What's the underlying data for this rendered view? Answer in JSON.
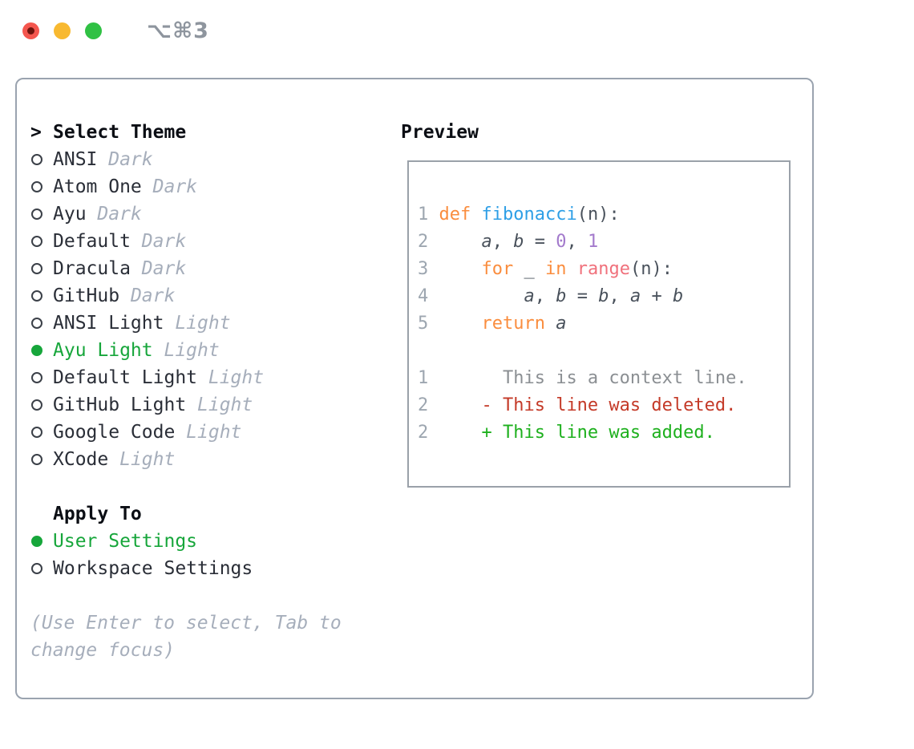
{
  "window": {
    "title": "⌥⌘3",
    "traffic_lights": [
      "close",
      "minimize",
      "zoom"
    ]
  },
  "theme_panel": {
    "header_marker": ">",
    "header": "Select Theme",
    "items": [
      {
        "name": "ANSI",
        "variant": "Dark",
        "selected": false
      },
      {
        "name": "Atom One",
        "variant": "Dark",
        "selected": false
      },
      {
        "name": "Ayu",
        "variant": "Dark",
        "selected": false
      },
      {
        "name": "Default",
        "variant": "Dark",
        "selected": false
      },
      {
        "name": "Dracula",
        "variant": "Dark",
        "selected": false
      },
      {
        "name": "GitHub",
        "variant": "Dark",
        "selected": false
      },
      {
        "name": "ANSI Light",
        "variant": "Light",
        "selected": false
      },
      {
        "name": "Ayu Light",
        "variant": "Light",
        "selected": true
      },
      {
        "name": "Default Light",
        "variant": "Light",
        "selected": false
      },
      {
        "name": "GitHub Light",
        "variant": "Light",
        "selected": false
      },
      {
        "name": "Google Code",
        "variant": "Light",
        "selected": false
      },
      {
        "name": "XCode",
        "variant": "Light",
        "selected": false
      }
    ]
  },
  "apply_panel": {
    "header": "Apply To",
    "items": [
      {
        "label": "User Settings",
        "selected": true
      },
      {
        "label": "Workspace Settings",
        "selected": false
      }
    ]
  },
  "hint_lines": [
    "(Use Enter to select, Tab to",
    "change focus)"
  ],
  "preview": {
    "header": "Preview",
    "lines": [
      {
        "tokens": [
          {
            "c": "ln",
            "t": "1 "
          },
          {
            "c": "kw",
            "t": "def "
          },
          {
            "c": "fn",
            "t": "fibonacci"
          },
          {
            "c": "pl",
            "t": "(n):"
          }
        ]
      },
      {
        "tokens": [
          {
            "c": "ln",
            "t": "2 "
          },
          {
            "c": "pl",
            "t": "    "
          },
          {
            "c": "var",
            "t": "a"
          },
          {
            "c": "pl",
            "t": ", "
          },
          {
            "c": "var",
            "t": "b"
          },
          {
            "c": "pl",
            "t": " = "
          },
          {
            "c": "num",
            "t": "0"
          },
          {
            "c": "pl",
            "t": ", "
          },
          {
            "c": "num",
            "t": "1"
          }
        ]
      },
      {
        "tokens": [
          {
            "c": "ln",
            "t": "3 "
          },
          {
            "c": "pl",
            "t": "    "
          },
          {
            "c": "kw",
            "t": "for "
          },
          {
            "c": "pl",
            "t": "_ "
          },
          {
            "c": "kw",
            "t": "in "
          },
          {
            "c": "bi",
            "t": "range"
          },
          {
            "c": "pl",
            "t": "(n):"
          }
        ]
      },
      {
        "tokens": [
          {
            "c": "ln",
            "t": "4 "
          },
          {
            "c": "pl",
            "t": "        "
          },
          {
            "c": "var",
            "t": "a"
          },
          {
            "c": "pl",
            "t": ", "
          },
          {
            "c": "var",
            "t": "b"
          },
          {
            "c": "pl",
            "t": " = "
          },
          {
            "c": "var",
            "t": "b"
          },
          {
            "c": "pl",
            "t": ", "
          },
          {
            "c": "var",
            "t": "a"
          },
          {
            "c": "pl",
            "t": " + "
          },
          {
            "c": "var",
            "t": "b"
          }
        ]
      },
      {
        "tokens": [
          {
            "c": "ln",
            "t": "5 "
          },
          {
            "c": "pl",
            "t": "    "
          },
          {
            "c": "kw",
            "t": "return "
          },
          {
            "c": "var",
            "t": "a"
          }
        ]
      },
      {
        "tokens": []
      },
      {
        "tokens": [
          {
            "c": "ln",
            "t": "1 "
          },
          {
            "c": "ctx",
            "t": "      This is a context line."
          }
        ]
      },
      {
        "tokens": [
          {
            "c": "ln",
            "t": "2 "
          },
          {
            "c": "del",
            "t": "    - This line was deleted."
          }
        ]
      },
      {
        "tokens": [
          {
            "c": "ln",
            "t": "2 "
          },
          {
            "c": "add",
            "t": "    + This line was added."
          }
        ]
      }
    ]
  },
  "colors": {
    "selected_green": "#17A63B",
    "suffix_gray": "#A6AEBB",
    "window_border": "#9AA3AF",
    "keyword_orange": "#FA8D3E",
    "function_blue": "#2E9FE6",
    "number_purple": "#A37ACC",
    "builtin_coral": "#F0717C",
    "diff_deleted_red": "#C43A28",
    "diff_added_green": "#1EB01E",
    "traffic_red": "#F4564E",
    "traffic_yellow": "#F8B930",
    "traffic_green": "#30C144"
  }
}
